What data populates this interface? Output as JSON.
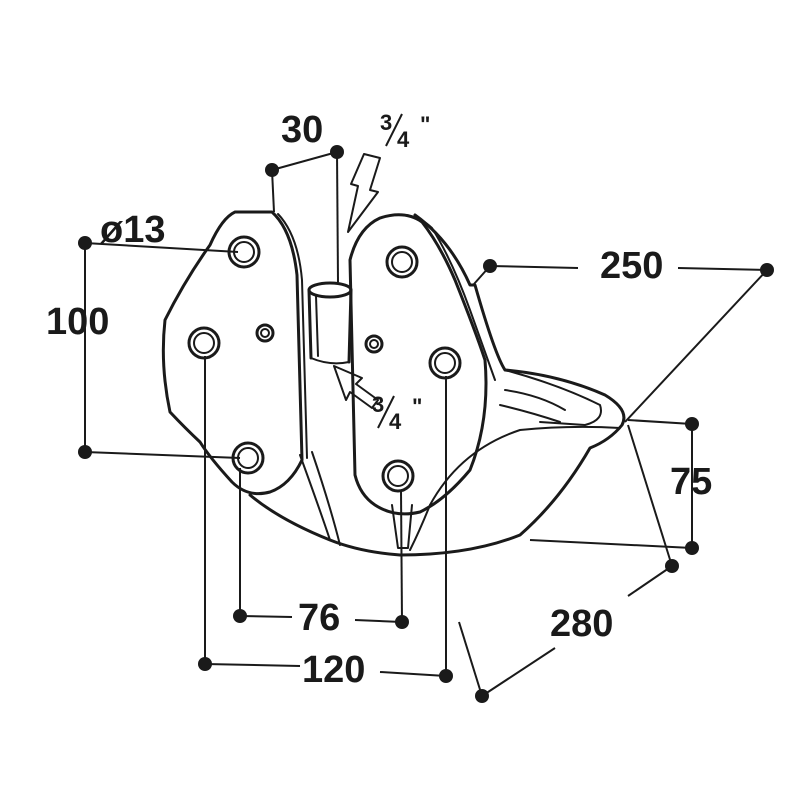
{
  "dimensions": {
    "hole_diameter": "ø13",
    "hole_vertical_spacing": "100",
    "inlet_width": "30",
    "top_thread": {
      "num": "3",
      "den": "4",
      "mark": "\""
    },
    "side_thread": {
      "num": "3",
      "den": "4",
      "mark": "\""
    },
    "overall_width": "250",
    "bowl_height": "75",
    "inner_hole_spacing": "76",
    "outer_hole_spacing": "120",
    "bowl_depth": "280"
  },
  "colors": {
    "line": "#1a1a1a",
    "background": "#ffffff"
  }
}
